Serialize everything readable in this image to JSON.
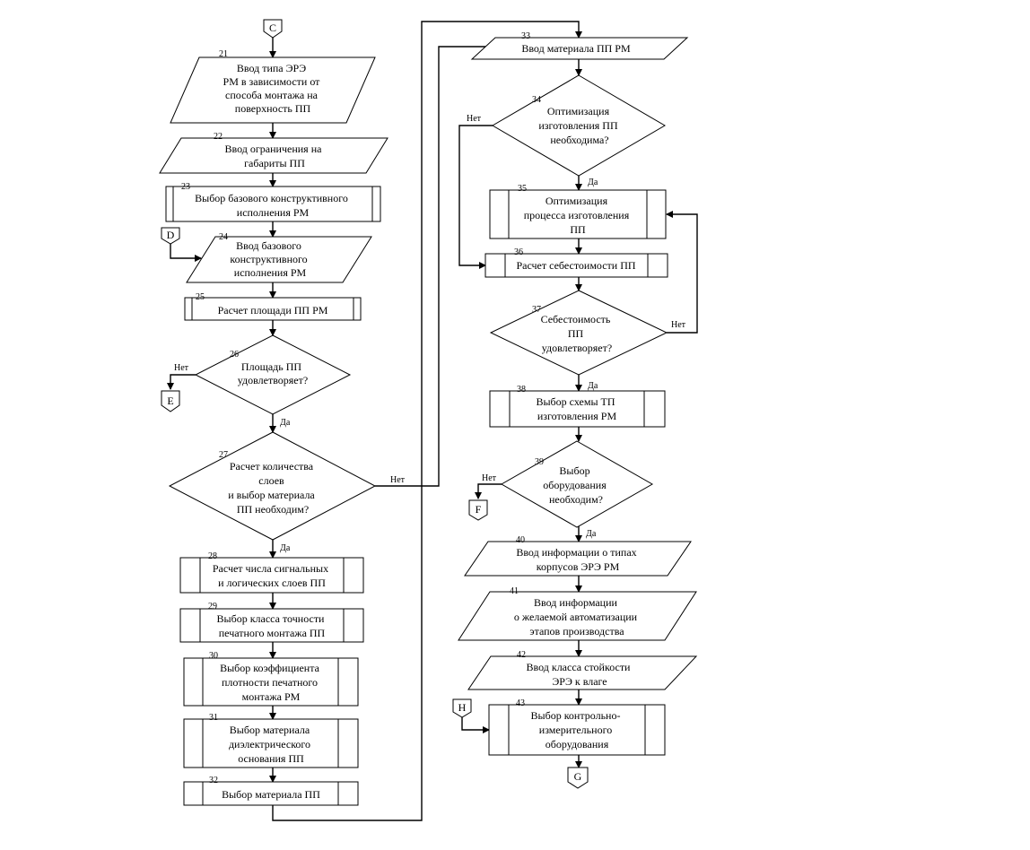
{
  "connectors": {
    "C": "C",
    "D": "D",
    "E": "E",
    "F": "F",
    "G": "G",
    "H": "H"
  },
  "steps": {
    "s21": {
      "num": "21",
      "lines": [
        "Ввод типа ЭРЭ",
        "РМ в зависимости от",
        "способа монтажа на",
        "поверхность ПП"
      ]
    },
    "s22": {
      "num": "22",
      "lines": [
        "Ввод ограничения на",
        "габариты ПП"
      ]
    },
    "s23": {
      "num": "23",
      "lines": [
        "Выбор базового конструктивного",
        "исполнения РМ"
      ]
    },
    "s24": {
      "num": "24",
      "lines": [
        "Ввод базового",
        "конструктивного",
        "исполнения РМ"
      ]
    },
    "s25": {
      "num": "25",
      "lines": [
        "Расчет площади ПП РМ"
      ]
    },
    "s26": {
      "num": "26",
      "lines": [
        "Площадь ПП",
        "удовлетворяет?"
      ]
    },
    "s27": {
      "num": "27",
      "lines": [
        "Расчет количества",
        "слоев",
        "и выбор материала",
        "ПП необходим?"
      ]
    },
    "s28": {
      "num": "28",
      "lines": [
        "Расчет числа сигнальных",
        "и логических слоев ПП"
      ]
    },
    "s29": {
      "num": "29",
      "lines": [
        "Выбор класса точности",
        "печатного монтажа ПП"
      ]
    },
    "s30": {
      "num": "30",
      "lines": [
        "Выбор коэффициента",
        "плотности печатного",
        "монтажа РМ"
      ]
    },
    "s31": {
      "num": "31",
      "lines": [
        "Выбор материала",
        "диэлектрического",
        "основания ПП"
      ]
    },
    "s32": {
      "num": "32",
      "lines": [
        "Выбор материала ПП"
      ]
    },
    "s33": {
      "num": "33",
      "lines": [
        "Ввод материала ПП РМ"
      ]
    },
    "s34": {
      "num": "34",
      "lines": [
        "Оптимизация",
        "изготовления ПП",
        "необходима?"
      ]
    },
    "s35": {
      "num": "35",
      "lines": [
        "Оптимизация",
        "процесса изготовления",
        "ПП"
      ]
    },
    "s36": {
      "num": "36",
      "lines": [
        "Расчет себестоимости ПП"
      ]
    },
    "s37": {
      "num": "37",
      "lines": [
        "Себестоимость",
        "ПП",
        "удовлетворяет?"
      ]
    },
    "s38": {
      "num": "38",
      "lines": [
        "Выбор схемы ТП",
        "изготовления РМ"
      ]
    },
    "s39": {
      "num": "39",
      "lines": [
        "Выбор",
        "оборудования",
        "необходим?"
      ]
    },
    "s40": {
      "num": "40",
      "lines": [
        "Ввод информации о типах",
        "корпусов ЭРЭ РМ"
      ]
    },
    "s41": {
      "num": "41",
      "lines": [
        "Ввод информации",
        "о желаемой автоматизации",
        "этапов производства"
      ]
    },
    "s42": {
      "num": "42",
      "lines": [
        "Ввод класса стойкости",
        "ЭРЭ к влаге"
      ]
    },
    "s43": {
      "num": "43",
      "lines": [
        "Выбор контрольно-",
        "измерительного",
        "оборудования"
      ]
    }
  },
  "answers": {
    "s26_no": "Нет",
    "s26_yes": "Да",
    "s27_no": "Нет",
    "s27_yes": "Да",
    "s34_no": "Нет",
    "s34_yes": "Да",
    "s37_no": "Нет",
    "s37_yes": "Да",
    "s39_no": "Нет",
    "s39_yes": "Да"
  }
}
